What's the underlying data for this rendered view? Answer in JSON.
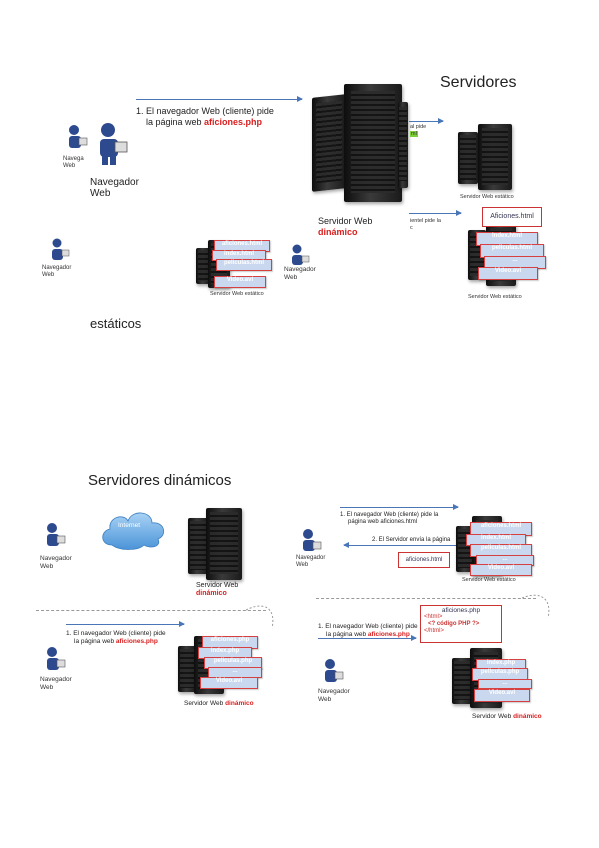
{
  "slide1": {
    "title": "Servidores",
    "step1_prefix": "1.  El navegador Web (cliente) pide",
    "step1_line2": "la página web ",
    "step1_file": "aficiones.php",
    "browser_label_small": "Navega\nWeb",
    "browser_label": "Navegador\nWeb",
    "server_label": "Servidor Web",
    "server_sub": "dinámico",
    "static_caption_top": "Servidor Web estático",
    "frag_top1": "al pide",
    "frag_top2": "ml",
    "frag_mid1": "ientel pide la",
    "frag_mid2": "c",
    "aficiones_html": "Aficiones.html",
    "index_html": "Index.html",
    "peliculas_html": "peliculas.html",
    "ellipsis": "...",
    "video_avi": "Video.avi",
    "static_caption_bottom": "Servidor Web estático",
    "left_browser": "Navegador\nWeb",
    "mid_files": [
      "aficiones.html",
      "index.html",
      "peliculas.html",
      "Video.avi"
    ],
    "mid_caption": "Servidor Web estático",
    "mid_browser": "Navegador\nWeb"
  },
  "word_estaticos": "estáticos",
  "slide2": {
    "title": "Servidores dinámicos",
    "internet": "Internet",
    "browser": "Navegador\nWeb",
    "server_label": "Servidor Web",
    "server_sub": "dinámico",
    "step1_line1": "1.  El navegador Web (cliente) pide",
    "step1_line2": "la página web ",
    "step1_file": "aficiones.php",
    "files": [
      "aficiones.php",
      "index.php",
      "peliculas.php",
      "...",
      "Video.avi"
    ],
    "bottom_caption": "Servidor Web ",
    "bottom_caption_red": "dinámico"
  },
  "slide3": {
    "step1_line1": "1.  El navegador Web (cliente) pide la",
    "step1_line2": "página web aficiones.html",
    "step2": "2. El Servidor envía la página",
    "file_sent": "aficiones.html",
    "browser": "Navegador\nWeb",
    "files": [
      "aficiones.html",
      "index.html",
      "peliculas.html",
      "...",
      "Video.avi"
    ],
    "caption": "Servidor Web estático"
  },
  "slide4": {
    "step1_line1": "1.  El navegador Web (cliente) pide",
    "step1_line2": "la página web ",
    "step1_file": "aficiones.php",
    "code_title": "aficiones.php",
    "code_lines": [
      "<html>",
      "<? código PHP ?>",
      "</html>"
    ],
    "browser": "Navegador\nWeb",
    "files": [
      "index.php",
      "peliculas.php",
      "...",
      "Video.avi"
    ],
    "caption": "Servidor Web ",
    "caption_red": "dinámico"
  }
}
